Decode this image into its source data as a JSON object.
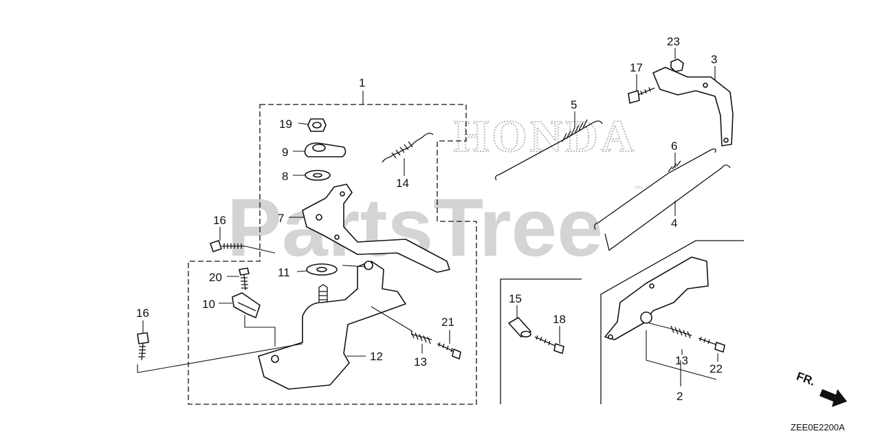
{
  "watermarks": {
    "brand": "HONDA",
    "site": "PartsTree",
    "tm": "™"
  },
  "diagram_code": "ZEE0E2200A",
  "front_arrow_label": "FR.",
  "callouts": [
    {
      "id": "c1",
      "text": "1"
    },
    {
      "id": "c19",
      "text": "19"
    },
    {
      "id": "c9",
      "text": "9"
    },
    {
      "id": "c8",
      "text": "8"
    },
    {
      "id": "c14",
      "text": "14"
    },
    {
      "id": "c7",
      "text": "7"
    },
    {
      "id": "c16a",
      "text": "16"
    },
    {
      "id": "c11",
      "text": "11"
    },
    {
      "id": "c20",
      "text": "20"
    },
    {
      "id": "c10",
      "text": "10"
    },
    {
      "id": "c16b",
      "text": "16"
    },
    {
      "id": "c12",
      "text": "12"
    },
    {
      "id": "c13a",
      "text": "13"
    },
    {
      "id": "c21",
      "text": "21"
    },
    {
      "id": "c5",
      "text": "5"
    },
    {
      "id": "c23",
      "text": "23"
    },
    {
      "id": "c17",
      "text": "17"
    },
    {
      "id": "c3",
      "text": "3"
    },
    {
      "id": "c6",
      "text": "6"
    },
    {
      "id": "c4",
      "text": "4"
    },
    {
      "id": "c15",
      "text": "15"
    },
    {
      "id": "c18",
      "text": "18"
    },
    {
      "id": "c13b",
      "text": "13"
    },
    {
      "id": "c22",
      "text": "22"
    },
    {
      "id": "c2",
      "text": "2"
    }
  ]
}
